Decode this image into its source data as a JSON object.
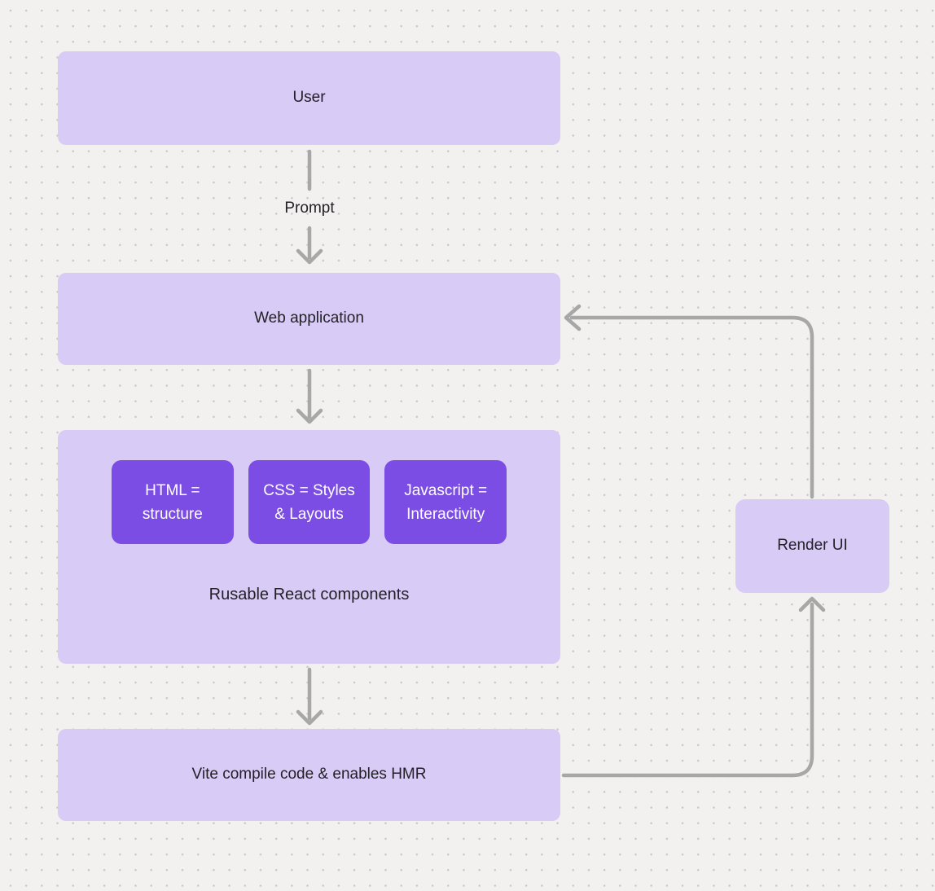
{
  "diagram": {
    "nodes": {
      "user": {
        "label": "User"
      },
      "web_application": {
        "label": "Web application"
      },
      "components_group": {
        "caption": "Rusable React components",
        "items": [
          {
            "lines": [
              "HTML =",
              "structure"
            ]
          },
          {
            "lines": [
              "CSS = Styles",
              "& Layouts"
            ]
          },
          {
            "lines": [
              "Javascript =",
              "Interactivity"
            ]
          }
        ]
      },
      "vite": {
        "label": "Vite compile code & enables HMR"
      },
      "render_ui": {
        "label": "Render UI"
      }
    },
    "labels": {
      "prompt": "Prompt"
    },
    "colors": {
      "background": "#f2f1ef",
      "dot": "#c9c8c4",
      "node_light": "#d8cbf6",
      "node_dark": "#7c4de4",
      "arrow": "#a7a7a7",
      "text_dark": "#232127",
      "text_light": "#ffffff"
    }
  }
}
